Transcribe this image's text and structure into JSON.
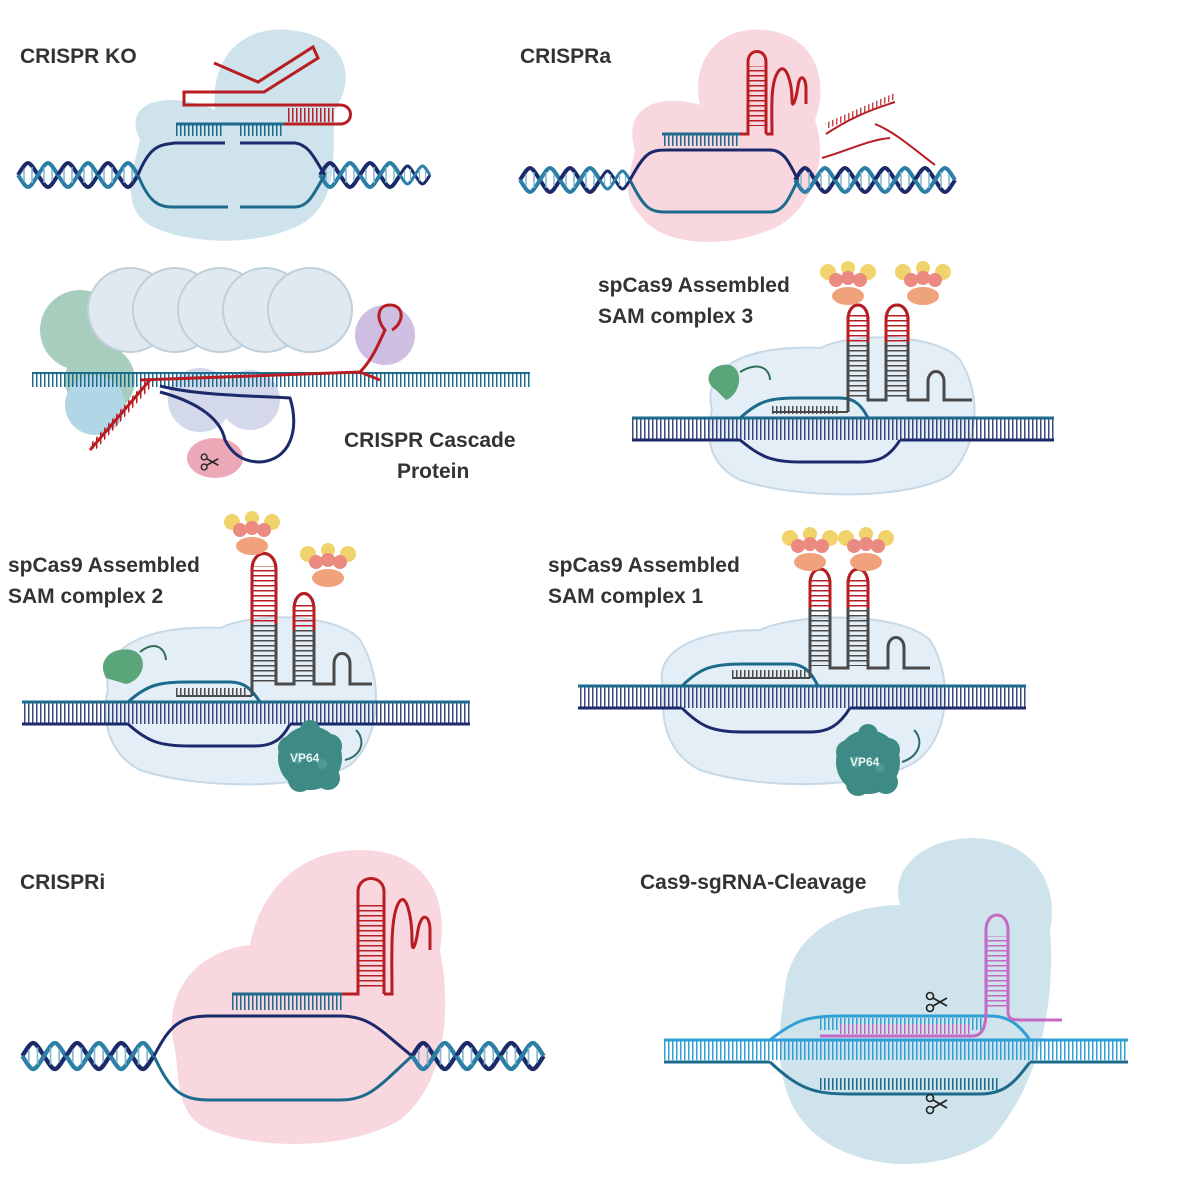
{
  "labels": {
    "crispr_ko": "CRISPR KO",
    "crispra": "CRISPRa",
    "cascade_line1": "CRISPR Cascade",
    "cascade_line2": "Protein",
    "sam3_line1": "spCas9 Assembled",
    "sam3_line2": "SAM complex 3",
    "sam2_line1": "spCas9 Assembled",
    "sam2_line2": "SAM complex 2",
    "sam1_line1": "spCas9 Assembled",
    "sam1_line2": "SAM complex 1",
    "crispri": "CRISPRi",
    "cleavage": "Cas9-sgRNA-Cleavage",
    "vp64_a": "VP64",
    "vp64_b": "VP64"
  },
  "colors": {
    "dna_navy": "#1c2a6b",
    "dna_teal": "#1d6b8c",
    "dna_light": "#2f9fd6",
    "rna_red": "#b81d23",
    "rna_magenta": "#c46ac4",
    "rna_grey": "#4a4a4a",
    "blob_blue": "#c9e0ea",
    "blob_pink": "#f7d3da",
    "blob_lightblue": "#e3eef6",
    "vp64_teal": "#3e8b85",
    "green_protein": "#5aa57a",
    "yellow_domain": "#f1d36b",
    "salmon_domain": "#ea8a80"
  },
  "icons": [
    "scissors-icon",
    "dna-helix-icon",
    "rna-hairpin-icon"
  ]
}
